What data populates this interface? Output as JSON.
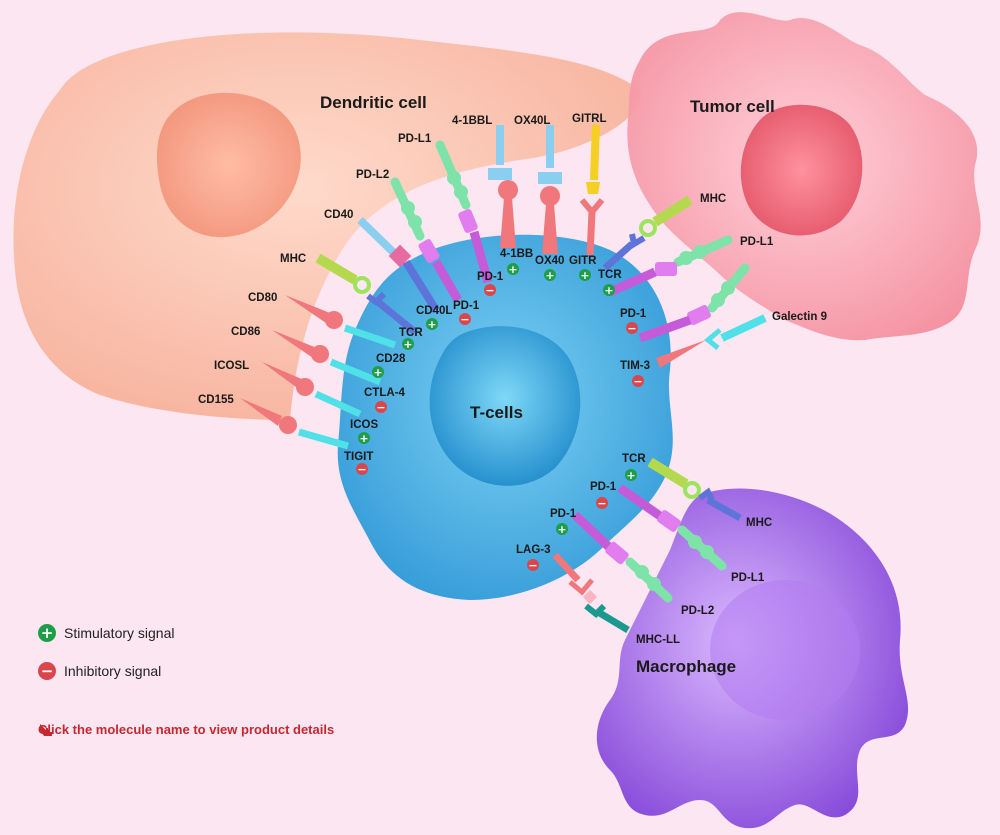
{
  "cells": {
    "dendritic": "Dendritic cell",
    "tumor": "Tumor cell",
    "tcell": "T-cells",
    "macrophage": "Macrophage"
  },
  "molecules": {
    "pd_l1_dc": "PD-L1",
    "bbl": "4-1BBL",
    "ox40l": "OX40L",
    "gitrl": "GITRL",
    "pd_l2_dc": "PD-L2",
    "cd40": "CD40",
    "mhc_dc": "MHC",
    "cd80": "CD80",
    "cd86": "CD86",
    "icosl": "ICOSL",
    "cd155": "CD155",
    "cd40l": "CD40L",
    "tcr_dc": "TCR",
    "cd28": "CD28",
    "ctla4": "CTLA-4",
    "icos": "ICOS",
    "tigit": "TIGIT",
    "pd1_a": "PD-1",
    "pd1_b": "PD-1",
    "bb": "4-1BB",
    "ox40": "OX40",
    "gitr": "GITR",
    "mhc_tumor": "MHC",
    "tcr_tumor": "TCR",
    "pd_l1_tumor": "PD-L1",
    "pd1_tumor": "PD-1",
    "galectin9": "Galectin 9",
    "tim3": "TIM-3",
    "tcr_mac": "TCR",
    "pd1_mac1": "PD-1",
    "pd1_mac2": "PD-1",
    "lag3": "LAG-3",
    "mhc_mac": "MHC",
    "pd_l1_mac": "PD-L1",
    "pd_l2_mac": "PD-L2",
    "mhc_ll": "MHC-LL"
  },
  "signals": {
    "stim": "+",
    "inhib": "−"
  },
  "legend": {
    "stimulatory": "Stimulatory signal",
    "inhibitory": "Inhibitory signal"
  },
  "hint": "Click the molecule name to view product details",
  "icons": {
    "hint_icon": "pointing-hand-icon"
  },
  "colors": {
    "background": "#fce6f1",
    "dendritic": "#f9b79f",
    "tumor": "#f7a3b0",
    "tcell": "#4fb3e6",
    "macrophage": "#9b5fe0",
    "stimulatory": "#1f9e4a",
    "inhibitory": "#d9474d",
    "hint": "#c6282f"
  }
}
